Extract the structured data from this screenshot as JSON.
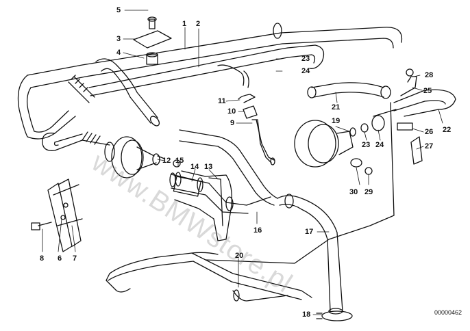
{
  "diagram": {
    "document_number": "00000462",
    "watermark": "www.BMWstore.pl",
    "callouts": {
      "c1": "1",
      "c2": "2",
      "c3": "3",
      "c4": "4",
      "c5": "5",
      "c6": "6",
      "c7": "7",
      "c8": "8",
      "c9": "9",
      "c10": "10",
      "c11": "11",
      "c12": "12",
      "c13": "13",
      "c14": "14",
      "c15": "15",
      "c16": "16",
      "c17": "17",
      "c18": "18",
      "c19": "19",
      "c20": "20",
      "c21": "21",
      "c22": "22",
      "c23a": "23",
      "c23b": "23",
      "c24a": "24",
      "c24b": "24",
      "c25": "25",
      "c26": "26",
      "c27": "27",
      "c28": "28",
      "c29": "29",
      "c30": "30"
    }
  }
}
